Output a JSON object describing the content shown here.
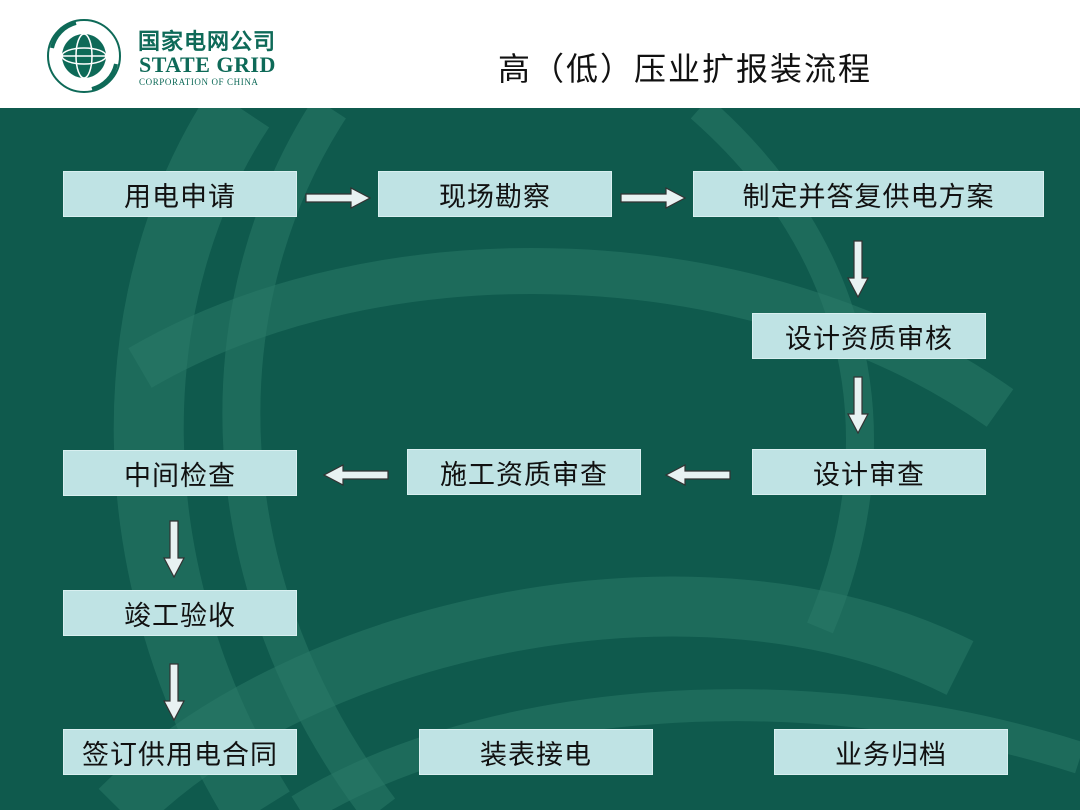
{
  "header": {
    "logo": {
      "cn_name": "国家电网公司",
      "en_name": "STATE GRID",
      "en_sub": "CORPORATION OF CHINA"
    },
    "title": "高（低）压业扩报装流程"
  },
  "colors": {
    "background": "#0f5a4d",
    "box_fill": "#bfe3e4",
    "arrow_fill": "#e8f2f2",
    "header": "#ffffff",
    "brand": "#0e6a58"
  },
  "steps": {
    "apply": "用电申请",
    "survey": "现场勘察",
    "plan": "制定并答复供电方案",
    "design_qual": "设计资质审核",
    "design_review": "设计审查",
    "construct_qual": "施工资质审查",
    "mid_check": "中间检查",
    "completion": "竣工验收",
    "contract": "签订供用电合同",
    "meter": "装表接电",
    "archive": "业务归档"
  },
  "icons": {
    "arrow_right": "arrow-right-icon",
    "arrow_left": "arrow-left-icon",
    "arrow_down": "arrow-down-icon"
  }
}
